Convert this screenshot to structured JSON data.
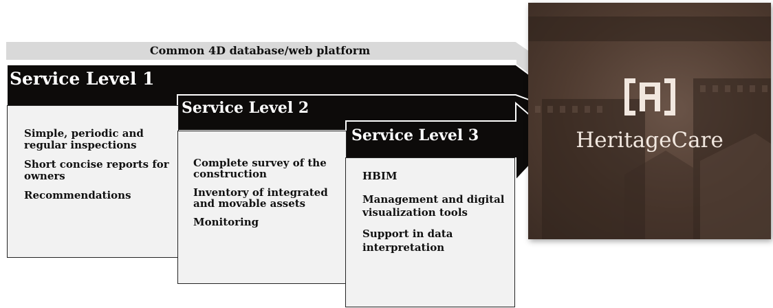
{
  "platform": {
    "label": "Common 4D database/web platform"
  },
  "levels": [
    {
      "title": "Service Level 1",
      "items": [
        "Simple, periodic and regular inspections",
        "Short concise reports for owners",
        "Recommendations"
      ]
    },
    {
      "title": "Service Level 2",
      "items": [
        "Complete survey of the construction",
        "Inventory of integrated and movable assets",
        "Monitoring"
      ]
    },
    {
      "title": "Service Level 3",
      "items": [
        "HBIM",
        "Management and digital visualization tools",
        "Support in data interpretation"
      ]
    }
  ],
  "brand": {
    "name": "HeritageCare",
    "icon": "heritagecare-logo-icon"
  },
  "colors": {
    "band_dark": "#0d0b0a",
    "band_light": "#d9d9d9",
    "box_fill": "#f2f2f2",
    "brand_bg": "#4f3b30"
  }
}
